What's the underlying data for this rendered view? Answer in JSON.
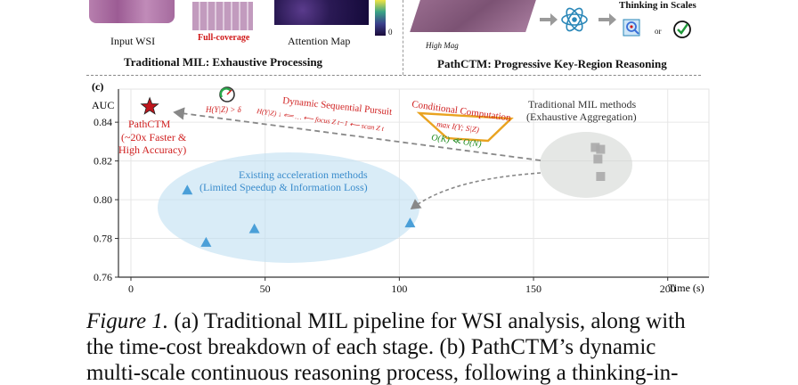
{
  "top_panel": {
    "input_wsi": "Input WSI",
    "full_coverage": "Full-coverage",
    "attention_map": "Attention Map",
    "traditional_title": "Traditional MIL: Exhaustive Processing",
    "pathctm_title": "PathCTM: Progressive Key-Region Reasoning",
    "thinking": "Thinking in Scales",
    "or_text": "or",
    "high_mag": "High Mag",
    "colorbar_zero": "0"
  },
  "chart_data": {
    "type": "scatter",
    "panel_label": "(c)",
    "ylabel": "AUC",
    "xlabel": "Time (s)",
    "xlim": [
      0,
      220
    ],
    "ylim": [
      0.76,
      0.86
    ],
    "xticks": [
      0,
      50,
      100,
      150,
      200
    ],
    "yticks": [
      0.76,
      0.78,
      0.8,
      0.82,
      0.84
    ],
    "ytick_labels": [
      "0.76",
      "0.78",
      "0.80",
      "0.82",
      "0.84"
    ],
    "grid": true,
    "series": [
      {
        "marker": "star",
        "color": "#c0161d",
        "points": [
          {
            "x": 7,
            "y": 0.848
          }
        ]
      },
      {
        "marker": "triangle",
        "color": "#4a9fd8",
        "points": [
          {
            "x": 21,
            "y": 0.805
          },
          {
            "x": 28,
            "y": 0.778
          },
          {
            "x": 46,
            "y": 0.785
          },
          {
            "x": 104,
            "y": 0.788
          }
        ]
      },
      {
        "marker": "square",
        "color": "#aaaaaa",
        "points": [
          {
            "x": 173,
            "y": 0.827
          },
          {
            "x": 175,
            "y": 0.826
          },
          {
            "x": 174,
            "y": 0.821
          },
          {
            "x": 175,
            "y": 0.812
          }
        ]
      }
    ],
    "annotations": {
      "pathctm": [
        "PathCTM",
        "(~20x Faster &",
        "High Accuracy)"
      ],
      "traditional": [
        "Traditional MIL methods",
        "(Exhaustive Aggregation)"
      ],
      "existing": [
        "Existing acceleration methods",
        "(Limited Speedup & Information Loss)"
      ],
      "dynamic": "Dynamic Sequential Pursuit",
      "conditional": "Conditional Computation",
      "h_delta": "H(Y|Z) > δ",
      "h_seq": "H(Y|Z) ↓ ⟸ … ⟵ focus Z t−1 ⟵ scan Z t",
      "max_i": "max I(Y; S|Z)",
      "o_k": "O(K) ≪ O(N)"
    },
    "colors": {
      "star": "#c0161d",
      "triangle": "#4a9fd8",
      "square": "#aaaaaa",
      "annotation_red": "#d02020",
      "blue_text": "#3a8ccc",
      "green_text": "#1f8a1f"
    }
  },
  "caption": {
    "label": "Figure 1.",
    "line1": " (a) Traditional MIL pipeline for WSI analysis, along with",
    "line2": "the time-cost breakdown of each stage. (b) PathCTM’s dynamic",
    "line3": "multi-scale continuous reasoning process, following a thinking-in-"
  }
}
